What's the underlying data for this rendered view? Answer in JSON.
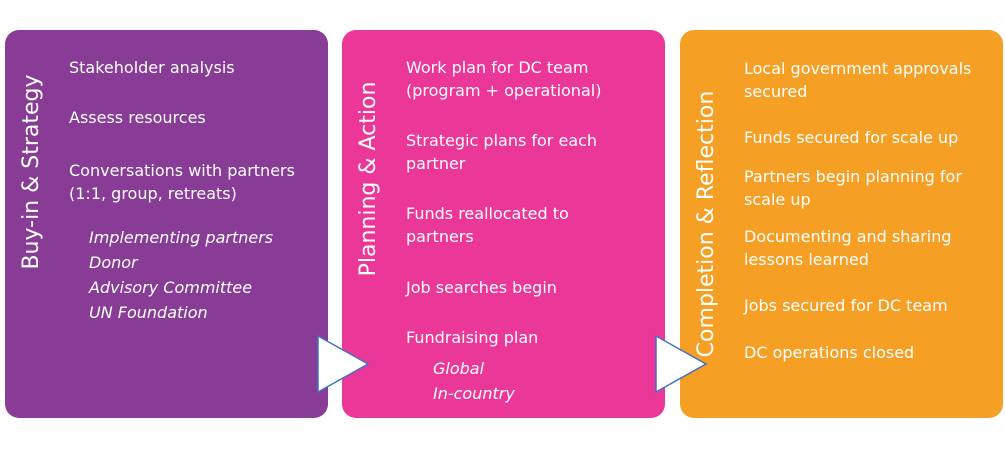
{
  "stages": [
    {
      "title": "Buy-in & Strategy",
      "items": [
        "Stakeholder analysis",
        "Assess resources",
        "Conversations with partners (1:1, group, retreats)"
      ],
      "subitems": [
        "Implementing partners",
        "Donor",
        "Advisory Committee",
        "UN Foundation"
      ]
    },
    {
      "title": "Planning & Action",
      "items": [
        "Work plan for DC team (program + operational)",
        "Strategic plans for each partner",
        "Funds reallocated to partners",
        "Job searches begin",
        "Fundraising plan"
      ],
      "subitems": [
        "Global",
        "In-country"
      ]
    },
    {
      "title": "Completion & Reflection",
      "items": [
        "Local government approvals secured",
        "Funds secured for scale up",
        "Partners begin planning for scale up",
        "Documenting and sharing lessons learned",
        "Jobs secured for DC team",
        "DC operations closed"
      ]
    }
  ],
  "colors": {
    "stage1": "#883c96",
    "stage2": "#eb3797",
    "stage3": "#f5a025",
    "arrow_fill": "#ffffff",
    "arrow_stroke": "#4472c4"
  }
}
